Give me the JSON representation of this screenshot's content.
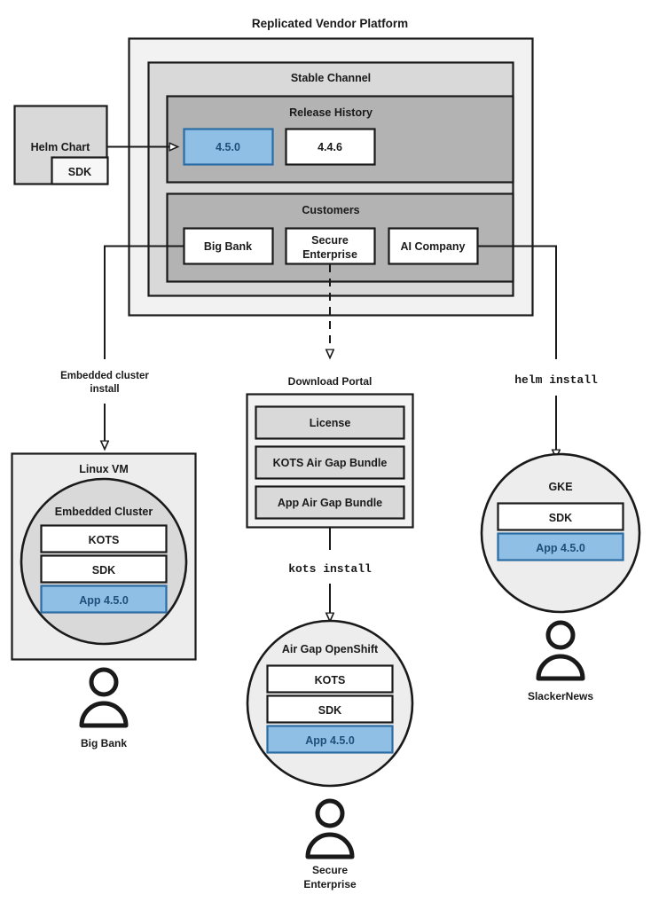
{
  "diagram": {
    "title": "Replicated Vendor Platform",
    "colors": {
      "blue_fill": "#8fbfe5",
      "blue_border": "#2b6ca3",
      "blue_text": "#1f4e79",
      "outer_fill": "#f2f2f2",
      "channel_fill": "#d9d9d9",
      "section_fill": "#b3b3b3",
      "light_gray": "#ededed",
      "stroke": "#1a1a1a"
    }
  },
  "helm_chart": {
    "label": "Helm Chart",
    "sdk_label": "SDK"
  },
  "platform": {
    "channel_title": "Stable Channel",
    "release_history": {
      "title": "Release History",
      "releases": [
        {
          "version": "4.5.0",
          "highlighted": true
        },
        {
          "version": "4.4.6",
          "highlighted": false
        }
      ]
    },
    "customers": {
      "title": "Customers",
      "items": [
        {
          "name": "Big Bank"
        },
        {
          "name": "Secure",
          "name2": "Enterprise"
        },
        {
          "name": "AI Company"
        }
      ]
    }
  },
  "edges": {
    "embedded_install_line1": "Embedded cluster",
    "embedded_install_line2": "install",
    "kots_install": "kots install",
    "helm_install": "helm install"
  },
  "download_portal": {
    "title": "Download Portal",
    "items": [
      "License",
      "KOTS Air Gap Bundle",
      "App Air Gap Bundle"
    ]
  },
  "linux_vm": {
    "title": "Linux VM",
    "cluster_title": "Embedded Cluster",
    "components": [
      {
        "label": "KOTS",
        "highlighted": false
      },
      {
        "label": "SDK",
        "highlighted": false
      },
      {
        "label": "App 4.5.0",
        "highlighted": true
      }
    ],
    "actor": "Big Bank"
  },
  "airgap_openshift": {
    "title": "Air Gap OpenShift",
    "components": [
      {
        "label": "KOTS",
        "highlighted": false
      },
      {
        "label": "SDK",
        "highlighted": false
      },
      {
        "label": "App 4.5.0",
        "highlighted": true
      }
    ],
    "actor_line1": "Secure",
    "actor_line2": "Enterprise"
  },
  "gke": {
    "title": "GKE",
    "components": [
      {
        "label": "SDK",
        "highlighted": false
      },
      {
        "label": "App 4.5.0",
        "highlighted": true
      }
    ],
    "actor": "SlackerNews"
  }
}
